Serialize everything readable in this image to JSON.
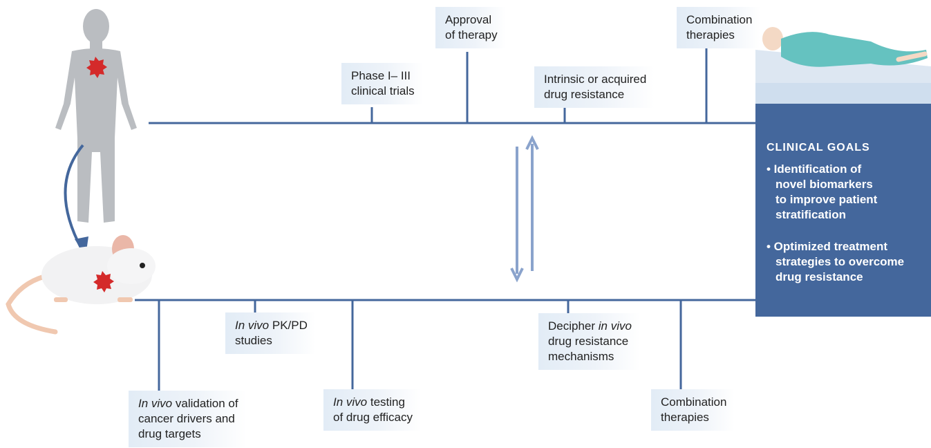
{
  "colors": {
    "timeline": "#44679c",
    "goals_panel": "#44679c",
    "label_bg": "#e2ecf6",
    "figure": "#b9bcc0",
    "tumor": "#d42a2a",
    "arrow_light": "#8aa3cc"
  },
  "icons": [
    "human-silhouette-icon",
    "mouse-icon",
    "patient-in-bed-icon",
    "tumor-icon"
  ],
  "clinical": {
    "phase": {
      "line1": "Phase I– III",
      "line2": "clinical trials"
    },
    "approval": {
      "line1": "Approval",
      "line2": "of therapy"
    },
    "resistance": {
      "line1": "Intrinsic or acquired",
      "line2": "drug resistance"
    },
    "combination": {
      "line1": "Combination",
      "line2": "therapies"
    }
  },
  "preclinical": {
    "validation": {
      "em": "In vivo",
      "rest": " validation of",
      "line2": "cancer drivers and",
      "line3": "drug targets"
    },
    "pkpd": {
      "em": "In vivo",
      "rest": " PK/PD",
      "line2": "studies"
    },
    "testing": {
      "em": "In vivo",
      "rest": " testing",
      "line2": "of drug efficacy"
    },
    "decipher": {
      "pre": "Decipher ",
      "em": "in vivo",
      "line2": "drug resistance",
      "line3": "mechanisms"
    },
    "combination": {
      "line1": "Combination",
      "line2": "therapies"
    }
  },
  "goals": {
    "title": "CLINICAL GOALS",
    "item1": {
      "l1": "• Identification of",
      "l2": "novel biomarkers",
      "l3": "to improve patient",
      "l4": "stratification"
    },
    "item2": {
      "l1": "• Optimized treatment",
      "l2": "strategies to overcome",
      "l3": "drug resistance"
    }
  }
}
